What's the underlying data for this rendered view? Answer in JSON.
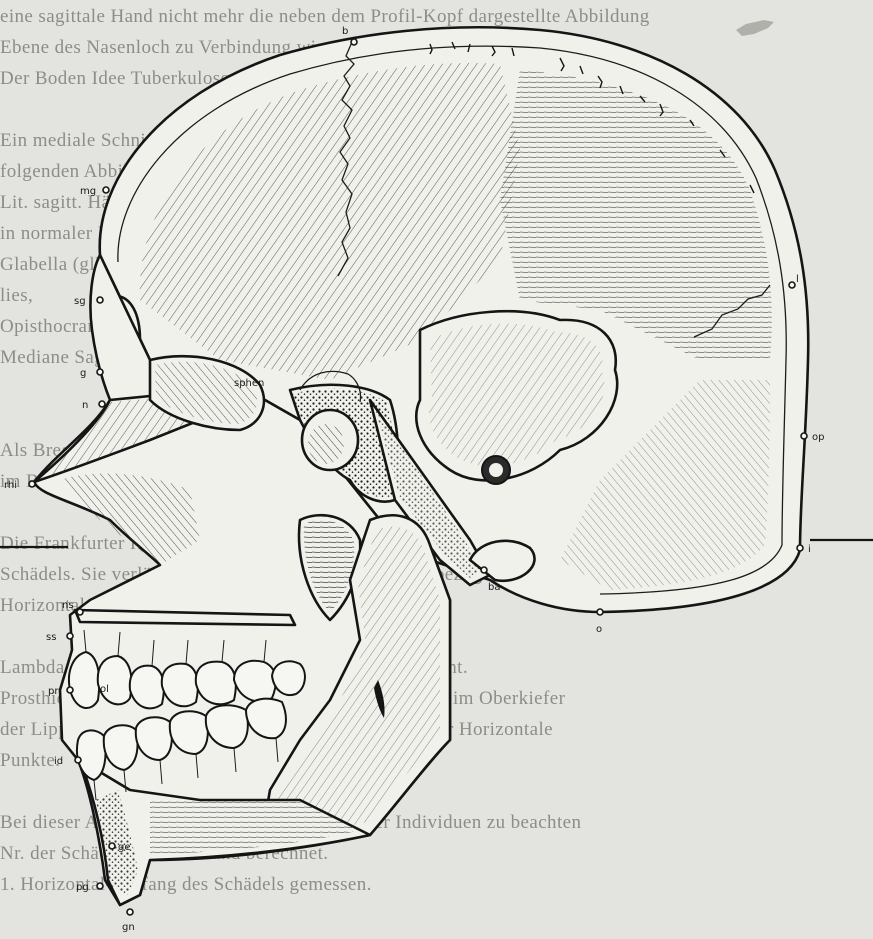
{
  "background_text": [
    "eine sagittale Hand nicht mehr die neben dem Profil-Kopf dargestellte Abbildung",
    "Ebene des Nasenloch zu Verbindung wie sie auch beim Lebenden deutlich",
    "Der Boden Idee Tuberkulose Die Ebene nach vorn gerichtet sind die",
    "",
    "Ein mediale Schnitt durch den Schädel eines Erwachsenen ist nach der",
    "folgenden Abbildung verständlich.",
    "Lit. sagitt. Hälfte des ganz, Ursprung der Schädel-Normalebene",
    "in normaler Darstellung.",
    "Glabella (gl) = der am weitesten vorn liegende Punkt der Stirn",
    "lies, ",
    "Opisthocranion (op) = der am weitesten entfernte Punkt des Hinterhauptes.",
    "Mediane Sagittal- und Ebene des Schädels zu betrachten.",
    "",
    "",
    "Als Bregma (b) wird der Punkt der Kreuzung von Kranz- und Pfeilnaht bezeichnet",
    "im Bereich des Scheitels der Gesamtform des Kopfes; er befindet sich",
    "",
    "Die Frankfurter Horizontale geht durch die beiden Porionpunkte und",
    "Schädels. Sie verläuft auf der Höhe der Augenhöhlen, bezogen auf die",
    "Horizontale gemessen werden.",
    "",
    "Lambda (l) = Kreuzung der Lambdanaht mit der Pfeilnaht.",
    "Prosthion (pr) = vorderster Punkt des Alveolarfortsatzes im Oberkiefer",
    "der Lippen, angegeben sind von der Norm in Frankfurter Horizontale",
    "Punkte.",
    "",
    "Bei dieser Auswahl Punkte ist der Mittelwert der Individuen zu beachten",
    "Nr. der Schädel gemessen und berechnet.",
    "1. Horizontal-Umfang des Schädels gemessen."
  ],
  "labels": {
    "b": "b",
    "mg": "mg",
    "sg": "sg",
    "g": "g",
    "n": "n",
    "sphen": "sphen",
    "rhi": "rhi",
    "ns": "ns",
    "ss": "ss",
    "pr": "pr",
    "id": "id",
    "pg": "pg",
    "gn": "gn",
    "ge": "ge",
    "l": "l",
    "op": "op",
    "i": "i",
    "o": "o",
    "ba": "ba",
    "ol": "ol"
  },
  "colors": {
    "paper": "#e3e3df",
    "ink": "#151515",
    "bone": "#f1f1ec",
    "faint_text": "#8d8d88"
  }
}
